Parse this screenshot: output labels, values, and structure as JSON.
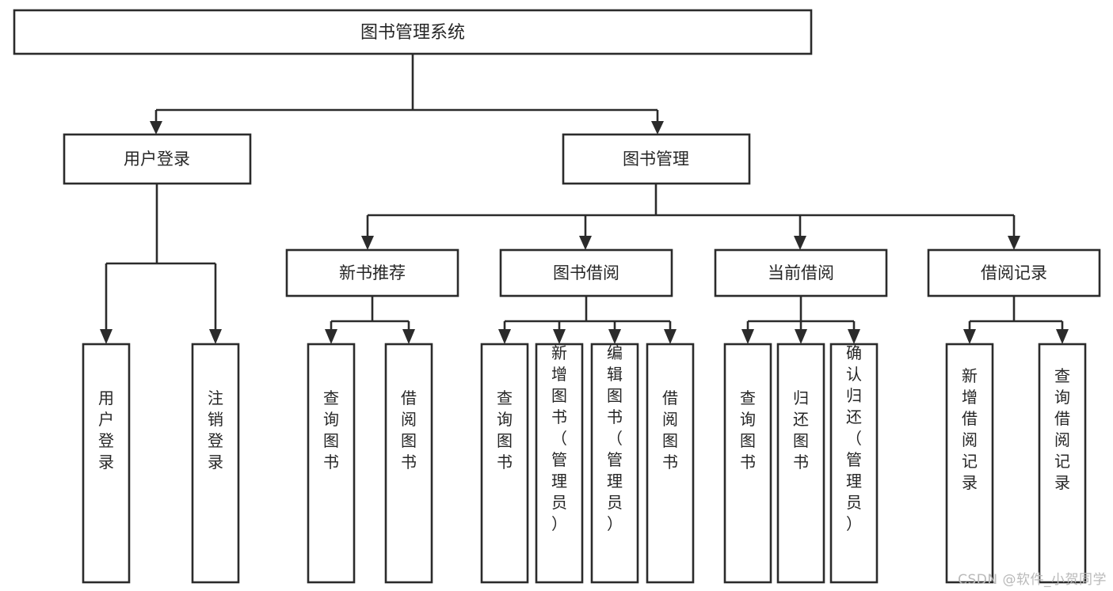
{
  "diagram": {
    "kind": "functional-decomposition-tree",
    "title": "图书管理系统",
    "watermark": "CSDN @软件_小贺同学",
    "colors": {
      "background": "#ffffff",
      "stroke": "#2b2b2b",
      "text": "#262626",
      "watermark": "#b9b9b9"
    },
    "root": {
      "id": "root",
      "label": "图书管理系统"
    },
    "level2": [
      {
        "id": "user-login",
        "label": "用户登录"
      },
      {
        "id": "book-manage",
        "label": "图书管理"
      }
    ],
    "level3": [
      {
        "id": "new-book-recommend",
        "label": "新书推荐",
        "parent": "book-manage"
      },
      {
        "id": "book-borrow",
        "label": "图书借阅",
        "parent": "book-manage"
      },
      {
        "id": "current-borrow",
        "label": "当前借阅",
        "parent": "book-manage"
      },
      {
        "id": "borrow-record",
        "label": "借阅记录",
        "parent": "book-manage"
      }
    ],
    "leaves": {
      "user-login": [
        {
          "id": "leaf-user-login",
          "label": "用户登录"
        },
        {
          "id": "leaf-user-logout",
          "label": "注销登录"
        }
      ],
      "new-book-recommend": [
        {
          "id": "leaf-query-book-1",
          "label": "查询图书"
        },
        {
          "id": "leaf-borrow-book-1",
          "label": "借阅图书"
        }
      ],
      "book-borrow": [
        {
          "id": "leaf-query-book-2",
          "label": "查询图书"
        },
        {
          "id": "leaf-add-book-admin",
          "label": "新增图书（管理员）"
        },
        {
          "id": "leaf-edit-book-admin",
          "label": "编辑图书（管理员）"
        },
        {
          "id": "leaf-borrow-book-2",
          "label": "借阅图书"
        }
      ],
      "current-borrow": [
        {
          "id": "leaf-query-book-3",
          "label": "查询图书"
        },
        {
          "id": "leaf-return-book",
          "label": "归还图书"
        },
        {
          "id": "leaf-confirm-return-admin",
          "label": "确认归还（管理员）"
        }
      ],
      "borrow-record": [
        {
          "id": "leaf-add-borrow-record",
          "label": "新增借阅记录"
        },
        {
          "id": "leaf-query-borrow-record",
          "label": "查询借阅记录"
        }
      ]
    }
  }
}
